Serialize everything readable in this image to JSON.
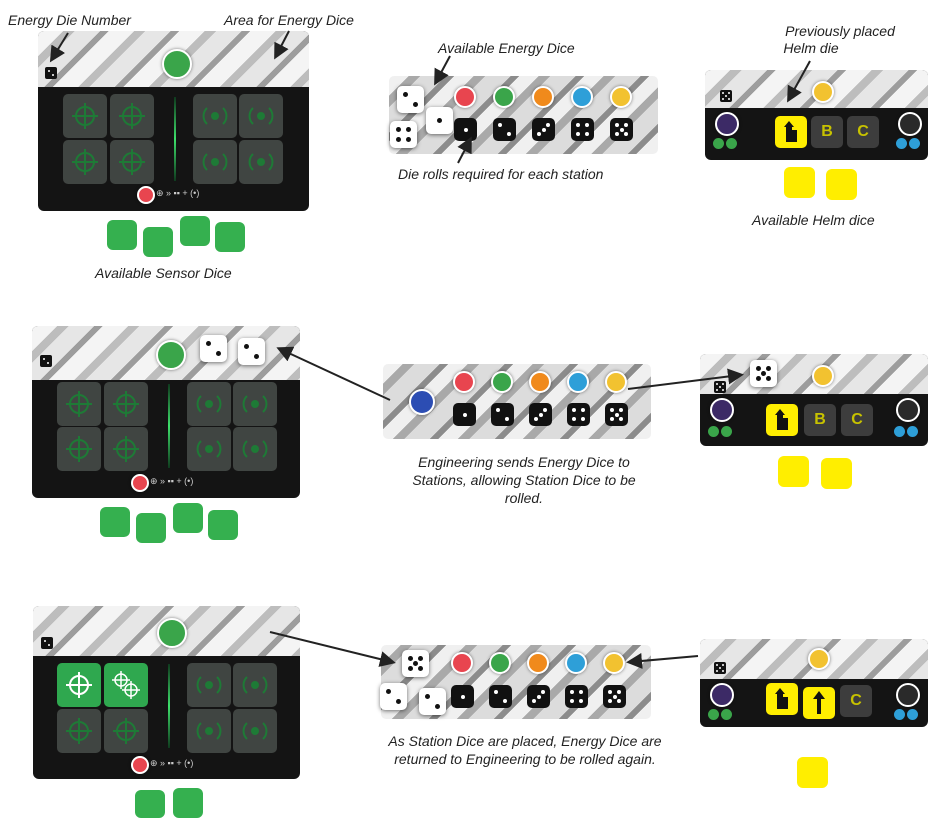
{
  "captions": {
    "energy_die_number": "Energy Die Number",
    "area_for_energy_dice": "Area for Energy Dice",
    "available_energy_dice": "Available Energy Dice",
    "die_rolls_required": "Die rolls required for each station",
    "previously_placed_helm_line1": "Previously placed",
    "previously_placed_helm_line2": "Helm die",
    "available_helm_dice": "Available Helm dice",
    "available_sensor_dice": "Available Sensor Dice",
    "engineering_sends": "Engineering sends Energy Dice to Stations, allowing Station Dice to be rolled.",
    "as_station_dice": "As Station Dice are placed, Energy Dice are returned to Engineering to be rolled again."
  },
  "helm_slots": {
    "b": "B",
    "c": "C"
  },
  "stations": [
    "weapons-icon",
    "sensors-icon",
    "nav-icon",
    "shields-icon",
    "helm-icon"
  ],
  "station_colors": {
    "weapons": "#e8454f",
    "sensors": "#3aa54a",
    "nav": "#f08a1c",
    "shields": "#2e9fd8",
    "helm": "#f2c230",
    "engineering": "#2c4db3"
  },
  "station_die_requirements": [
    1,
    2,
    3,
    4,
    5
  ],
  "sensor_die_number": 2,
  "helm_die_number": 5,
  "colors": {
    "sensor_dice": "#35b04f",
    "helm_dice": "#ffee00",
    "panel": "#141414"
  }
}
